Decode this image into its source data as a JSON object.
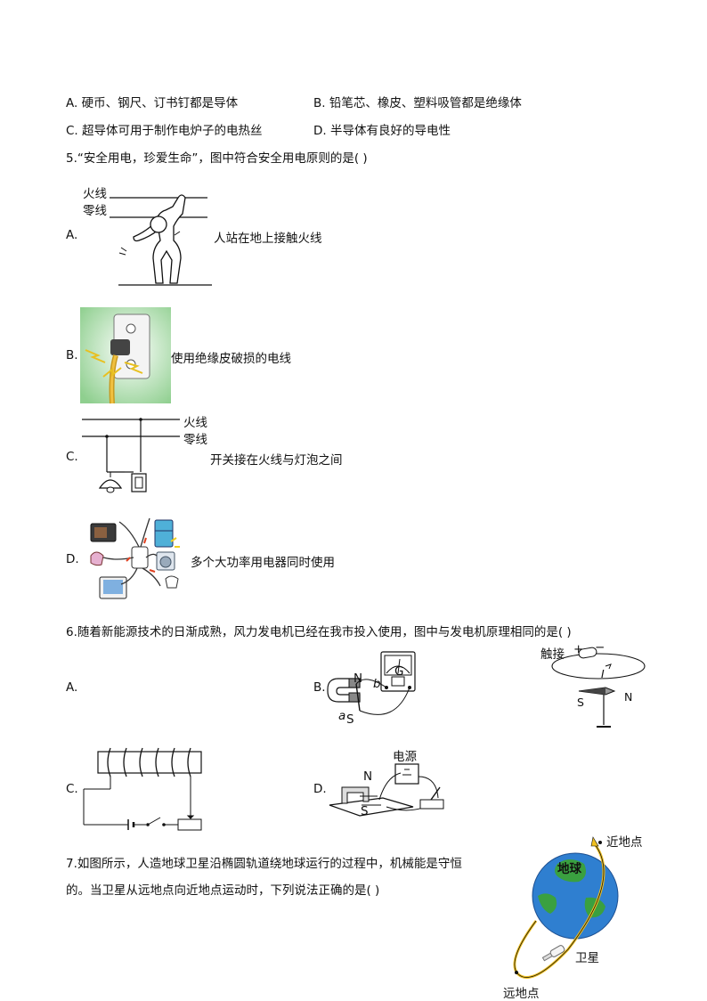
{
  "q4_options": {
    "A": "A. 硬币、钢尺、订书钉都是导体",
    "B": "B. 铅笔芯、橡皮、塑料吸管都是绝缘体",
    "C": "C. 超导体可用于制作电炉子的电热丝",
    "D": "D. 半导体有良好的导电性"
  },
  "q5": {
    "stem": "5.“安全用电，珍爱生命”，图中符合安全用电原则的是(    )",
    "A": {
      "letter": "A.",
      "caption": "人站在地上接触火线",
      "live": "火线",
      "neutral": "零线"
    },
    "B": {
      "letter": "B.",
      "caption": "使用绝缘皮破损的电线"
    },
    "C": {
      "letter": "C.",
      "caption": "开关接在火线与灯泡之间",
      "live": "火线",
      "neutral": "零线"
    },
    "D": {
      "letter": "D.",
      "caption": "多个大功率用电器同时使用"
    }
  },
  "q6": {
    "stem": "6.随着新能源技术的日渐成熟，风力发电机已经在我市投入使用，图中与发电机原理相同的是(    )",
    "A": {
      "letter": "A."
    },
    "B": {
      "letter": "B.",
      "n": "N",
      "s": "S",
      "a": "a",
      "b": "b",
      "g": "G"
    },
    "C": {
      "letter": "C."
    },
    "D": {
      "letter": "D.",
      "power": "电源",
      "n": "N",
      "s": "S"
    },
    "oersted": {
      "touch": "触接",
      "plus": "+",
      "minus": "−",
      "i": "I",
      "s": "S",
      "n": "N"
    }
  },
  "q7": {
    "line1": "7.如图所示，人造地球卫星沿椭圆轨道绕地球运行的过程中，机械能是守恒",
    "line2": "的。当卫星从远地点向近地点运动时，下列说法正确的是(    )",
    "earth": "地球",
    "perigee": "近地点",
    "apogee": "远地点",
    "satellite": "卫星"
  },
  "colors": {
    "earth_ocean": "#2f7fd0",
    "earth_land": "#3aa040",
    "orbit": "#f0c020",
    "plug_bg": "#8fcf8f",
    "spark": "#f0d020"
  }
}
